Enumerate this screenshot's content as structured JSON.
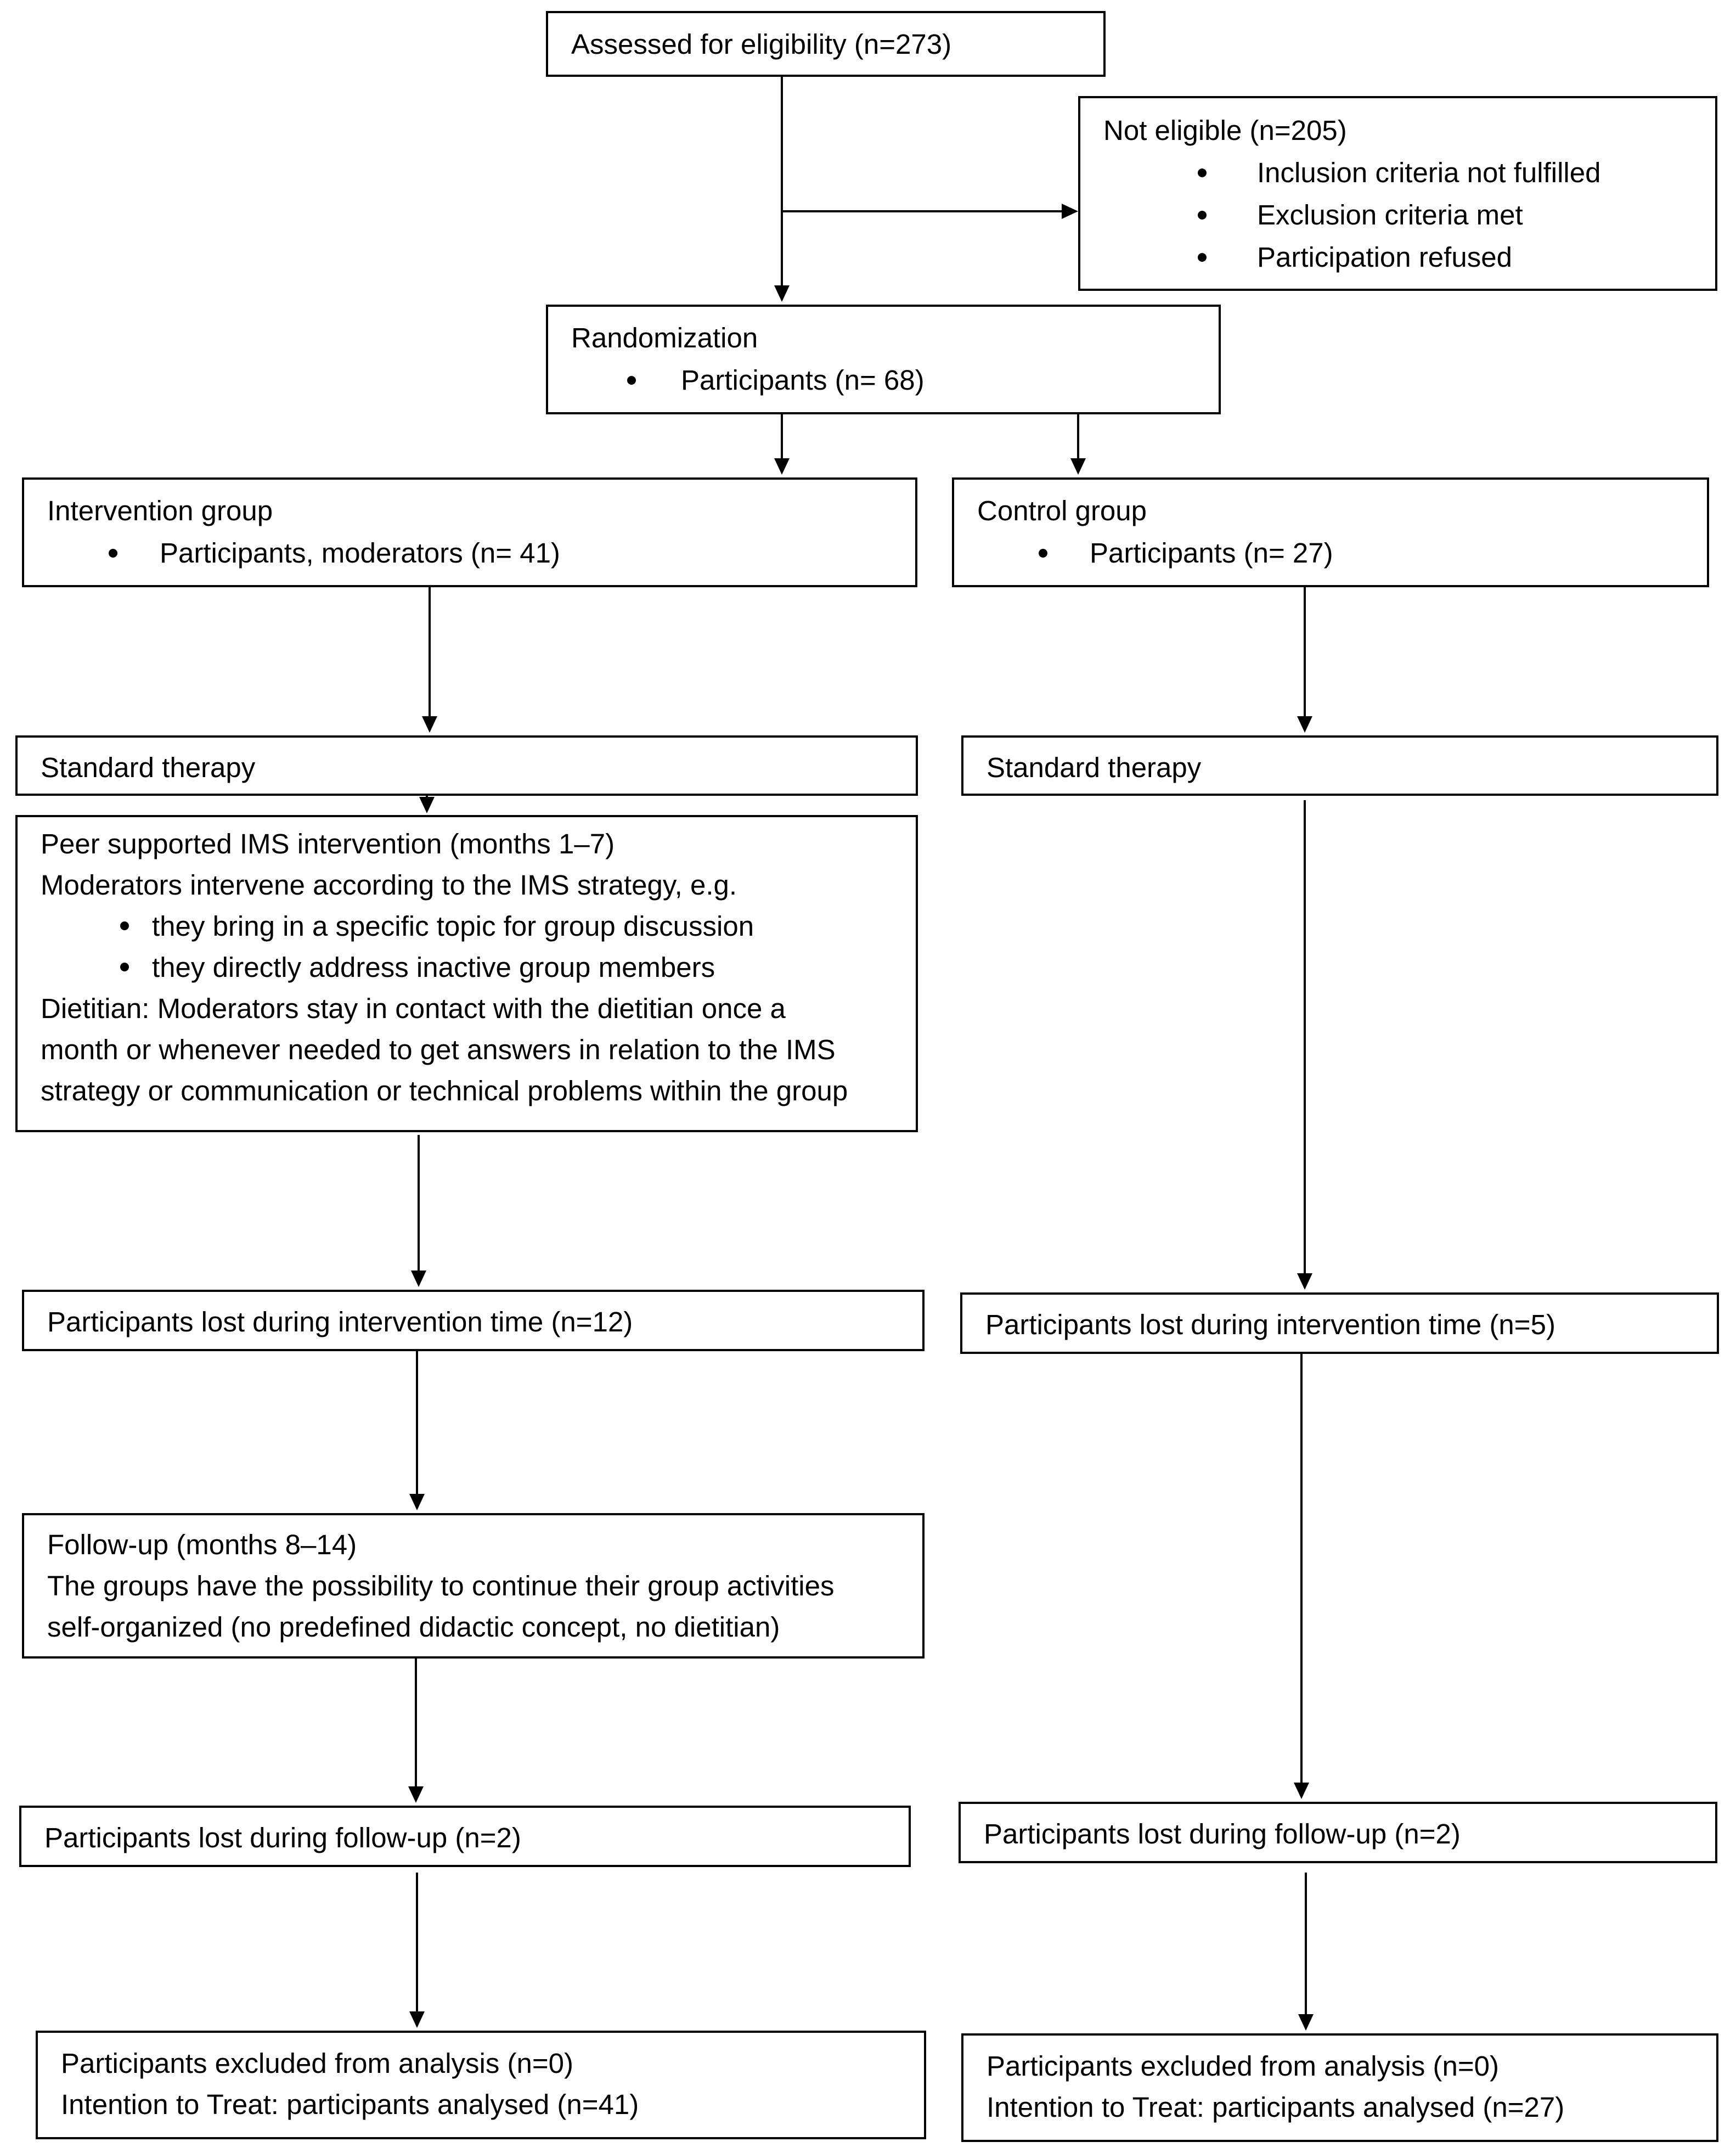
{
  "flowchart": {
    "assessed": {
      "title": "Assessed for eligibility (n=273)"
    },
    "not_eligible": {
      "title": "Not eligible (n=205)",
      "items": [
        "Inclusion criteria not fulfilled",
        "Exclusion criteria met",
        "Participation refused"
      ]
    },
    "randomization": {
      "title": "Randomization",
      "items": [
        "Participants (n= 68)"
      ]
    },
    "intervention_group": {
      "title": "Intervention group",
      "items": [
        "Participants, moderators (n= 41)"
      ]
    },
    "control_group": {
      "title": "Control group",
      "items": [
        "Participants (n= 27)"
      ]
    },
    "standard_therapy_left": {
      "title": "Standard therapy"
    },
    "standard_therapy_right": {
      "title": "Standard therapy"
    },
    "ims_intervention": {
      "title": "Peer supported IMS intervention (months 1–7)",
      "line2": "Moderators intervene according to the IMS strategy, e.g.",
      "items": [
        "they bring in a specific topic for group discussion",
        "they directly address inactive group members"
      ],
      "lines_after": [
        "Dietitian: Moderators stay in contact with the dietitian once a",
        "month or whenever needed to get answers in relation to the IMS",
        "strategy or communication or technical problems within the group"
      ]
    },
    "lost_intervention_left": {
      "title": "Participants lost during intervention time (n=12)"
    },
    "lost_intervention_right": {
      "title": "Participants lost during intervention time (n=5)"
    },
    "follow_up": {
      "title": "Follow-up (months 8–14)",
      "lines": [
        "The groups have the possibility to continue their group activities",
        "self-organized (no predefined didactic concept, no dietitian)"
      ]
    },
    "lost_followup_left": {
      "title": "Participants lost during follow-up (n=2)"
    },
    "lost_followup_right": {
      "title": "Participants lost during follow-up (n=2)"
    },
    "analysis_left": {
      "lines": [
        "Participants excluded from analysis (n=0)",
        "Intention to Treat: participants analysed (n=41)"
      ]
    },
    "analysis_right": {
      "lines": [
        "Participants excluded from analysis (n=0)",
        "Intention to Treat: participants analysed (n=27)"
      ]
    }
  }
}
